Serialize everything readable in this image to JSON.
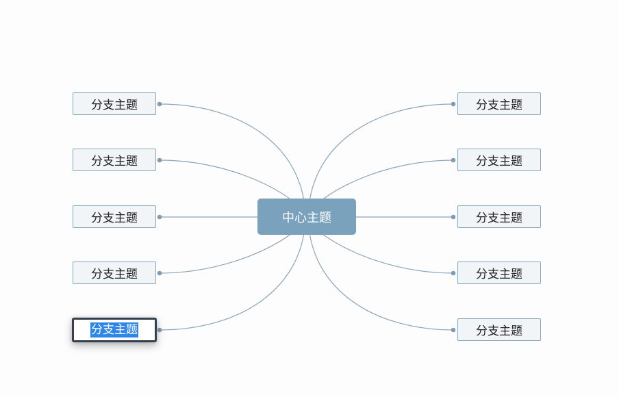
{
  "mindmap": {
    "central_topic": "中心主题",
    "branches_left": [
      {
        "label": "分支主题",
        "selected": false
      },
      {
        "label": "分支主题",
        "selected": false
      },
      {
        "label": "分支主题",
        "selected": false
      },
      {
        "label": "分支主题",
        "selected": false
      },
      {
        "label": "分支主题",
        "selected": true
      }
    ],
    "branches_right": [
      {
        "label": "分支主题",
        "selected": false
      },
      {
        "label": "分支主题",
        "selected": false
      },
      {
        "label": "分支主题",
        "selected": false
      },
      {
        "label": "分支主题",
        "selected": false
      },
      {
        "label": "分支主题",
        "selected": false
      }
    ]
  },
  "colors": {
    "connector": "#8aa4b8",
    "central_fill": "#7aa2bd",
    "branch_fill": "#f1f5f8",
    "selection_highlight": "#2f86e8"
  }
}
